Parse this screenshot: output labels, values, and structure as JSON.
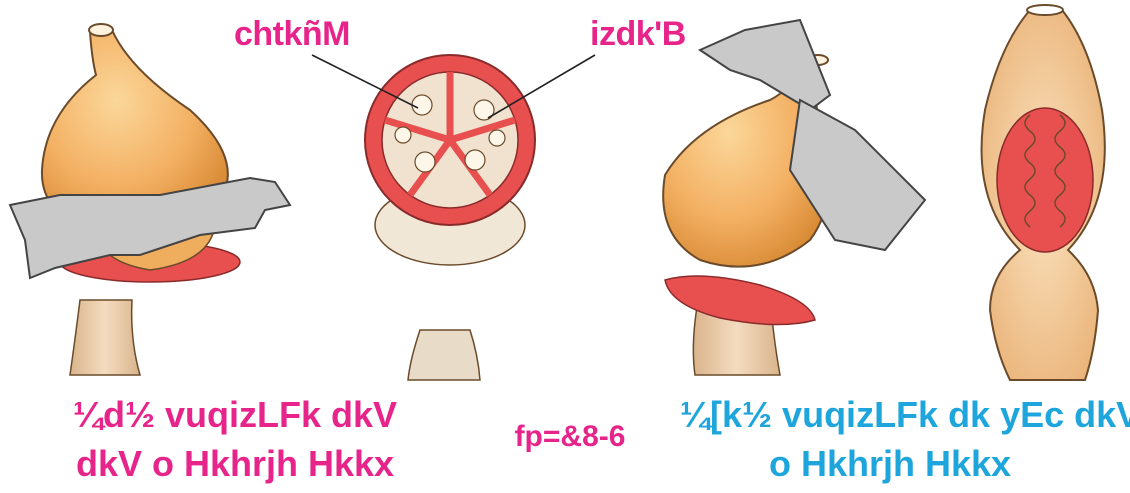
{
  "colors": {
    "magenta": "#e6248a",
    "cyan": "#1ea6dc",
    "ovary_fill": "#f3b063",
    "ovary_dark": "#d98b35",
    "ring_red": "#e8504f",
    "stalk": "#e8c7a0",
    "blade": "#c9c9c9"
  },
  "labels": {
    "left_label": "chtkñM",
    "right_label": "izdk'B"
  },
  "captions": {
    "left_line1": "¼d½ vuqizLFk dkV",
    "left_line2": "dkV o Hkhrjh Hkkx",
    "center": "fp=&8-6",
    "right_line1": "¼[k½ vuqizLFk dk yEc dkV",
    "right_line2": "o Hkhrjh Hkkx"
  },
  "icons": [
    "ovary-drawing",
    "razor-blade",
    "cross-section-disc",
    "longitudinal-section"
  ]
}
